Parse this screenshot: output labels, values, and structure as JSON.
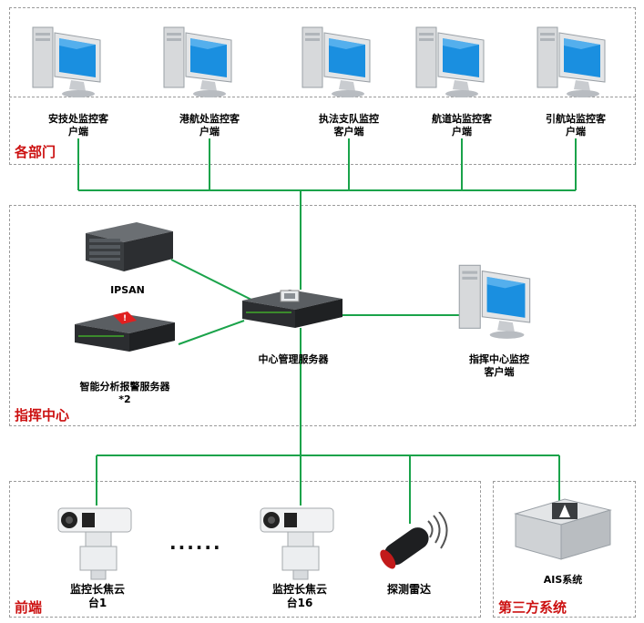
{
  "zones": {
    "departments": {
      "title": "各部门"
    },
    "command": {
      "title": "指挥中心"
    },
    "frontend": {
      "title": "前端"
    },
    "thirdparty": {
      "title": "第三方系统"
    }
  },
  "clients": [
    {
      "line1": "安技处监控客",
      "line2": "户端"
    },
    {
      "line1": "港航处监控客",
      "line2": "户端"
    },
    {
      "line1": "执法支队监控",
      "line2": "客户端"
    },
    {
      "line1": "航道站监控客",
      "line2": "户端"
    },
    {
      "line1": "引航站监控客",
      "line2": "户端"
    }
  ],
  "command_center": {
    "ipsan": "IPSAN",
    "alarm_server": {
      "line1": "智能分析报警服务器",
      "line2": "*2"
    },
    "central_server": "中心管理服务器",
    "command_client": {
      "line1": "指挥中心监控",
      "line2": "客户端"
    }
  },
  "frontend": {
    "ptz1": {
      "line1": "监控长焦云",
      "line2": "台1"
    },
    "ptz16": {
      "line1": "监控长焦云",
      "line2": "台16"
    },
    "ellipsis": "......",
    "radar": "探测雷达"
  },
  "thirdparty": {
    "ais": "AIS系统"
  },
  "colors": {
    "link": "#1aa34a",
    "zone_title": "#cc1111",
    "zone_border": "#9a9a9a",
    "screen": "#1a8fe0"
  }
}
